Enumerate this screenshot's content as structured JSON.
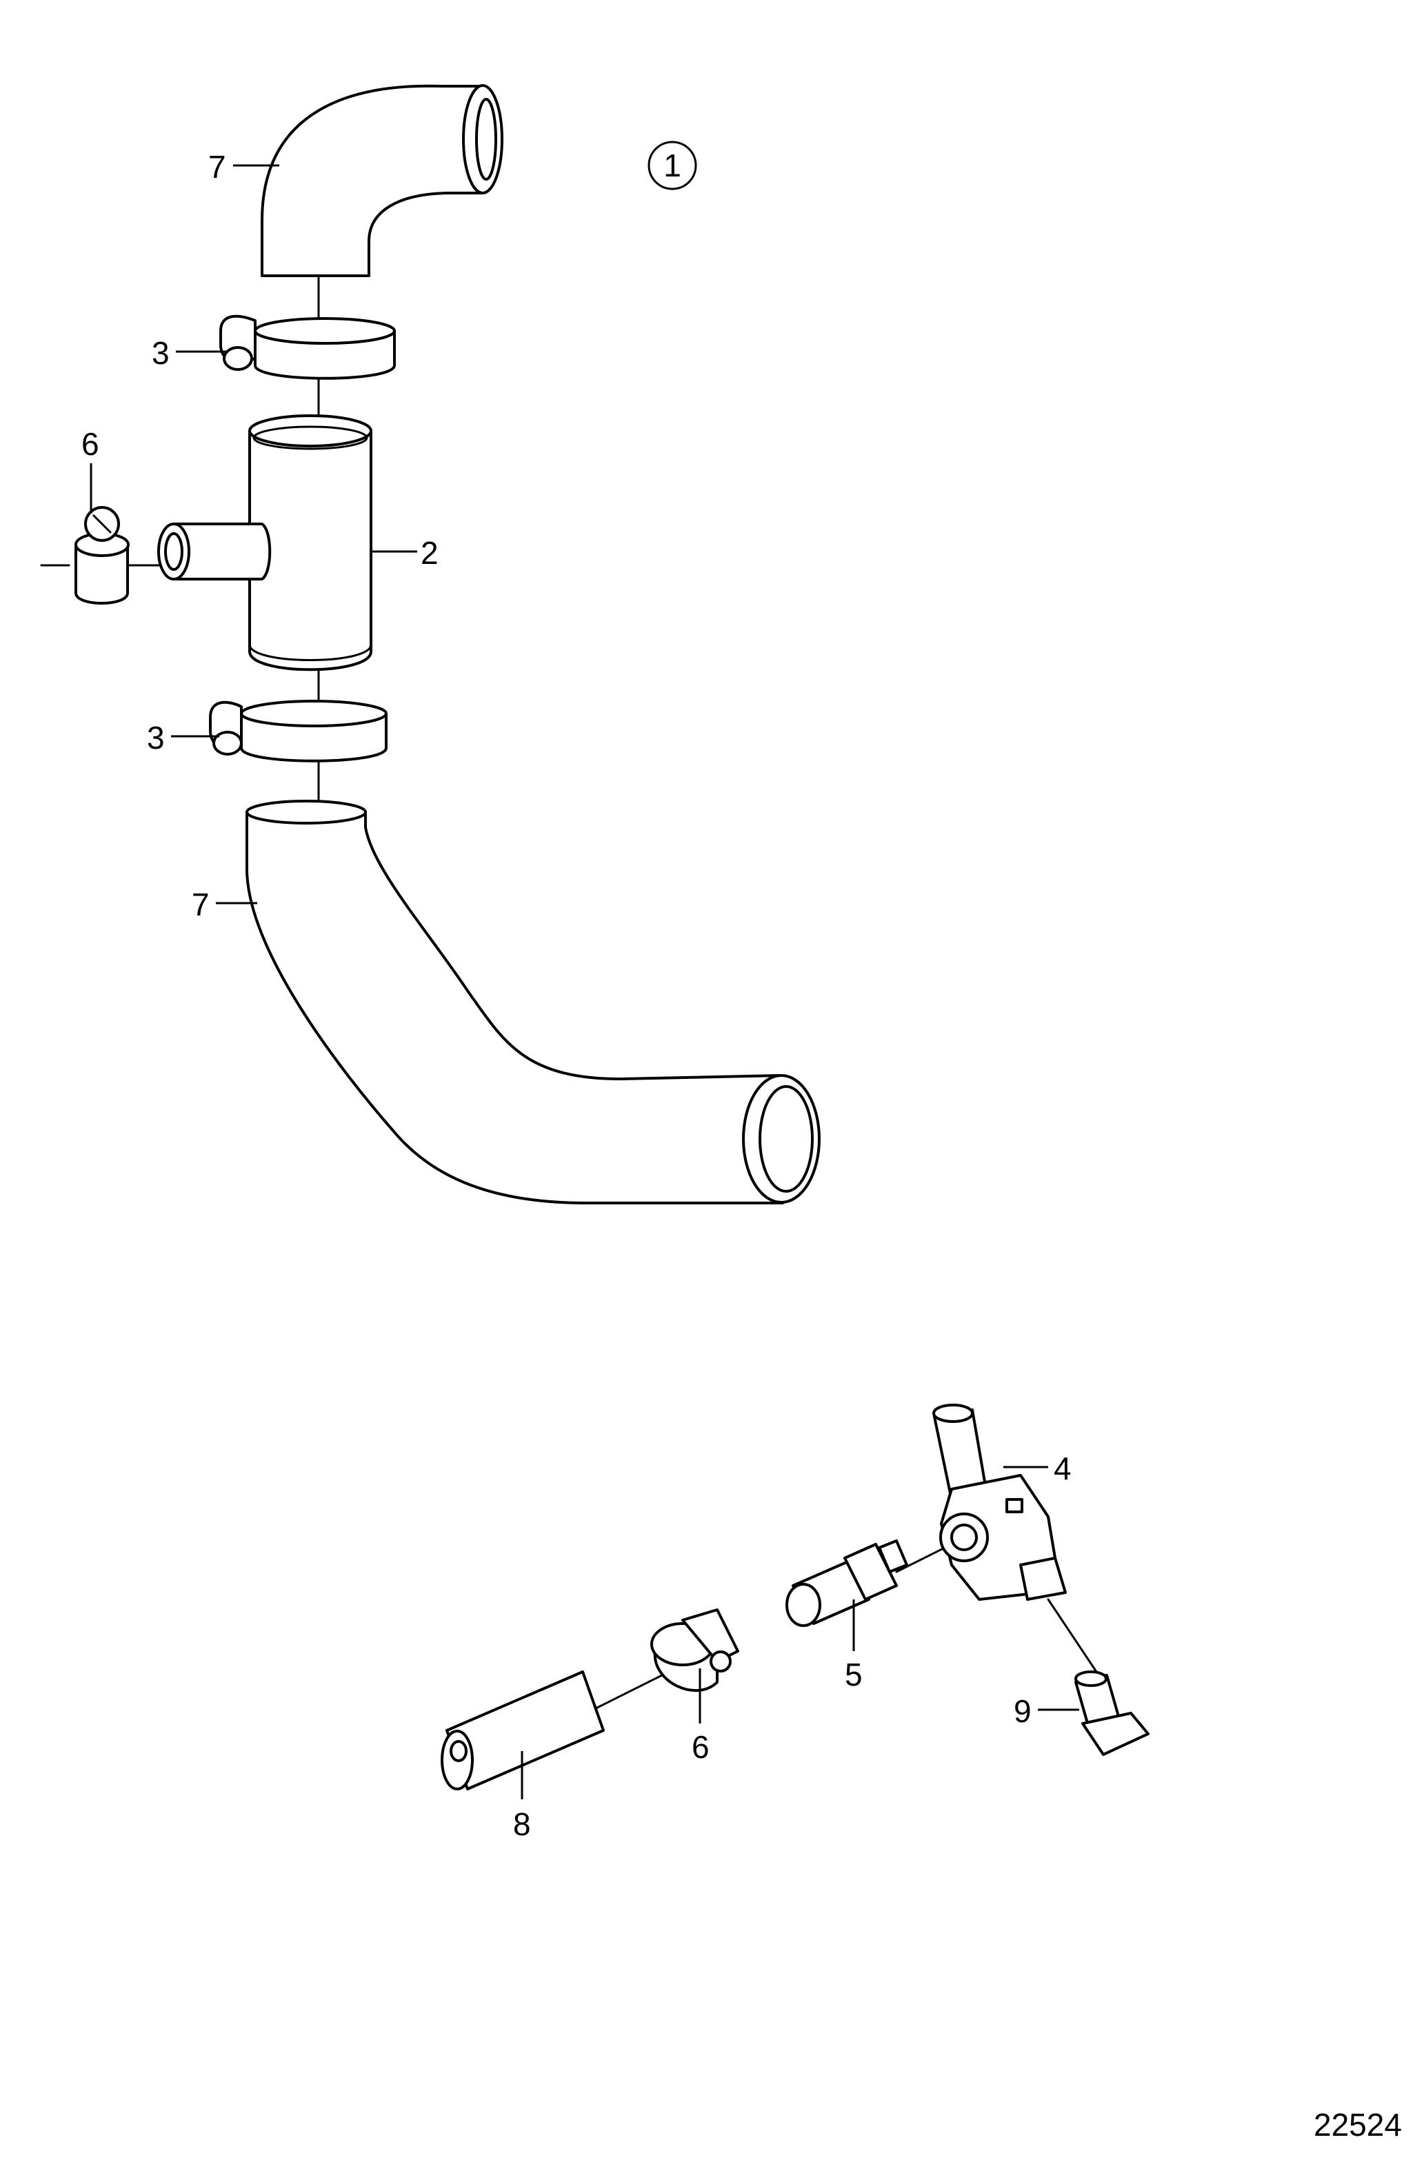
{
  "diagram": {
    "figure_number": "22524",
    "view_marker": "1",
    "callouts": [
      {
        "id": "upper-bend-hose",
        "label": "7"
      },
      {
        "id": "upper-clamp",
        "label": "3"
      },
      {
        "id": "small-clamp-upper",
        "label": "6"
      },
      {
        "id": "tee-pipe",
        "label": "2"
      },
      {
        "id": "lower-clamp",
        "label": "3"
      },
      {
        "id": "lower-bend-hose",
        "label": "7"
      },
      {
        "id": "tee-valve",
        "label": "4"
      },
      {
        "id": "nipple",
        "label": "5"
      },
      {
        "id": "small-clamp-lower",
        "label": "6"
      },
      {
        "id": "hose-small",
        "label": "8"
      },
      {
        "id": "plug",
        "label": "9"
      }
    ]
  }
}
